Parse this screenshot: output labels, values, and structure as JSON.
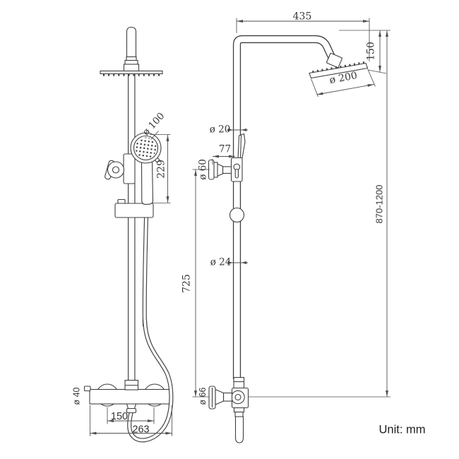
{
  "unit_note": "Unit: mm",
  "colors": {
    "background": "#ffffff",
    "line": "#3f3f3f",
    "dimension": "#4f4f4f"
  },
  "front_view": {
    "dims": {
      "hand_shower_diameter": "ø 100",
      "hand_shower_length": "229",
      "valve_body_diameter": "ø 40",
      "connection_spacing": "150",
      "valve_overall_width": "263"
    }
  },
  "side_view": {
    "dims": {
      "arm_reach": "435",
      "head_drop": "150",
      "head_diameter": "ø 200",
      "upper_pipe_diameter": "ø 20",
      "bracket_projection": "77",
      "bracket_flange_diameter": "ø 60",
      "overall_height_range": "870-1200",
      "lower_pipe_diameter": "ø 24",
      "lower_section_height": "725",
      "valve_flange_diameter": "ø 66"
    }
  }
}
